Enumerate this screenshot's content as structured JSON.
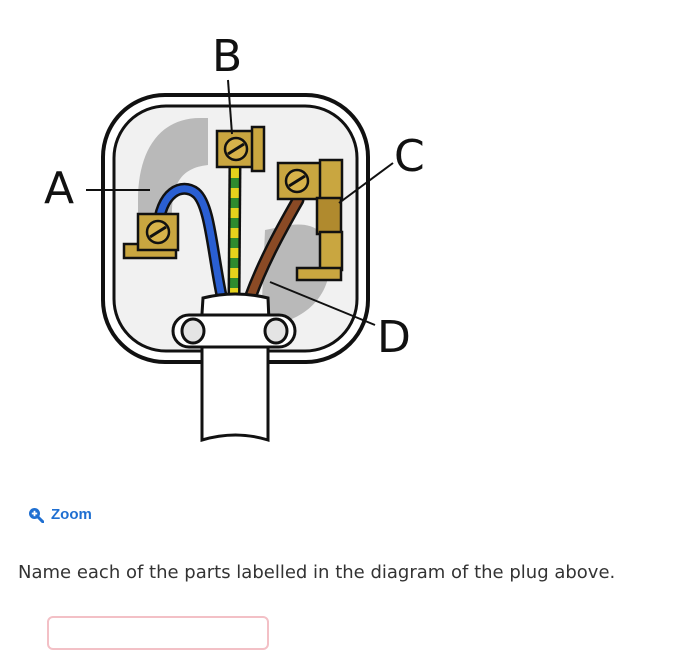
{
  "diagram": {
    "labels": {
      "a": "A",
      "b": "B",
      "c": "C",
      "d": "D"
    }
  },
  "zoom": {
    "label": "Zoom",
    "icon": "zoom-in-icon",
    "color": "#1f6fd1"
  },
  "question": {
    "text": "Name each of the parts labelled in the diagram of the plug above."
  }
}
